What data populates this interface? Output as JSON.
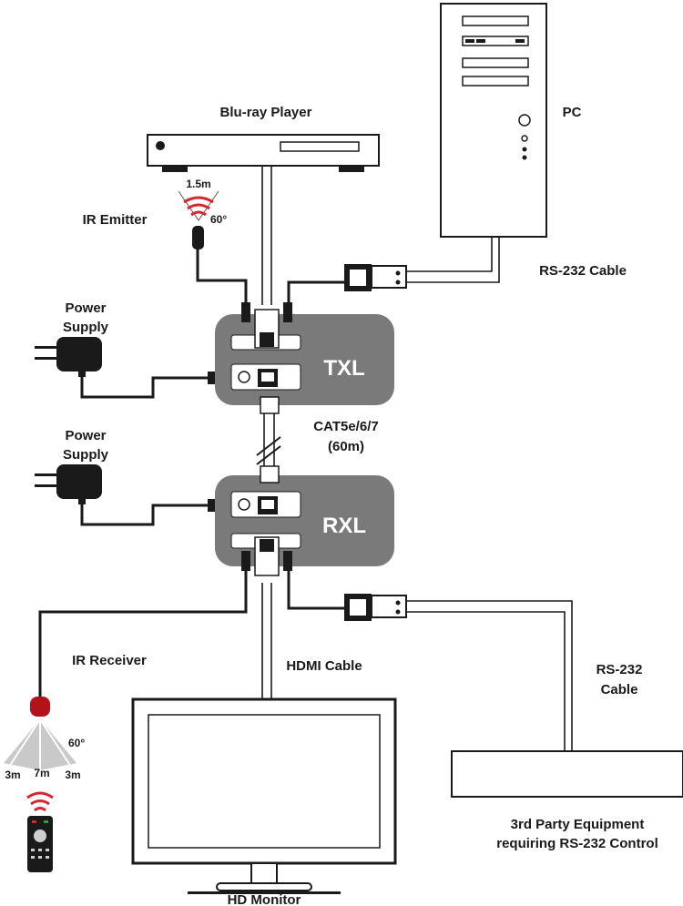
{
  "labels": {
    "bluray": "Blu-ray Player",
    "pc": "PC",
    "ir_emitter": "IR Emitter",
    "ir_emitter_distance": "1.5m",
    "ir_emitter_angle": "60°",
    "rs232_cable_top": "RS-232 Cable",
    "power_supply_top_1": "Power",
    "power_supply_top_2": "Supply",
    "power_supply_bottom_1": "Power",
    "power_supply_bottom_2": "Supply",
    "txl": "TXL",
    "rxl": "RXL",
    "cat_line1": "CAT5e/6/7",
    "cat_line2": "(60m)",
    "ir_receiver": "IR Receiver",
    "hdmi_cable": "HDMI Cable",
    "rs232_cable_bottom_1": "RS-232",
    "rs232_cable_bottom_2": "Cable",
    "ir_receiver_angle": "60°",
    "ir_receiver_dist_left": "3m",
    "ir_receiver_dist_center": "7m",
    "ir_receiver_dist_right": "3m",
    "third_party_1": "3rd Party Equipment",
    "third_party_2": "requiring RS-232 Control",
    "hd_monitor": "HD Monitor"
  },
  "colors": {
    "unit_fill": "#7a7a7a",
    "line": "#1a1a1a",
    "signal_red": "#d7262b",
    "receiver_red": "#b3121a",
    "beam_grey": "#c9c9c9"
  }
}
